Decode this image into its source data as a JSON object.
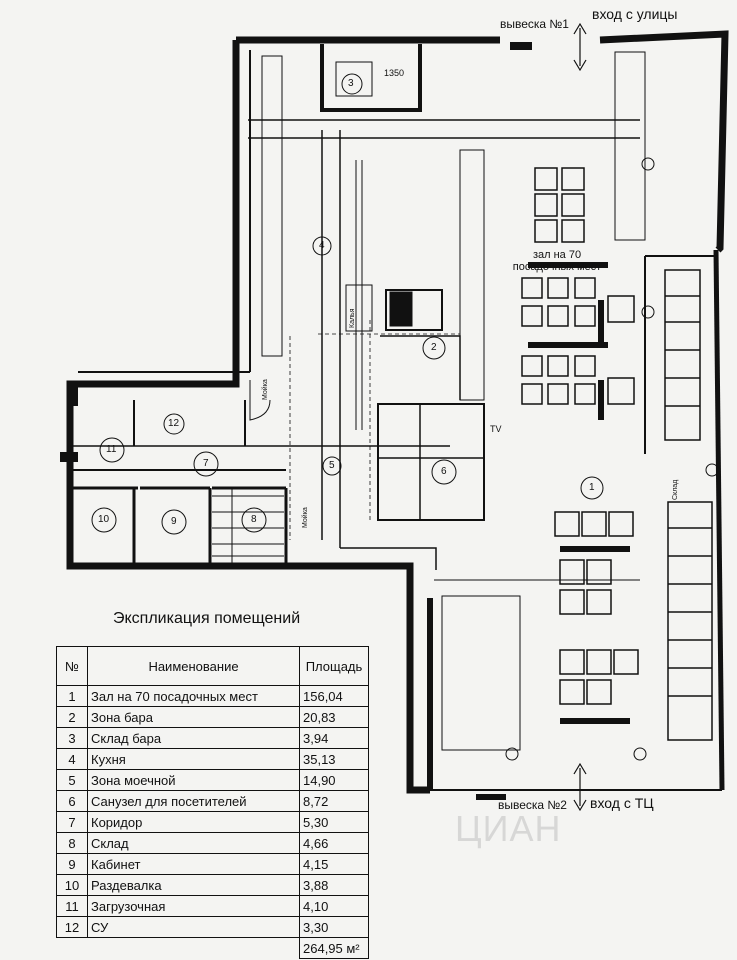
{
  "signs": {
    "sign1": "вывеска №1",
    "entrance_street": "вход с улицы",
    "sign2": "вывеска №2",
    "entrance_mall": "вход с ТЦ"
  },
  "hall_label": {
    "line1": "зал на 70",
    "line2": "посадочных мест"
  },
  "room_numbers": [
    "1",
    "2",
    "3",
    "4",
    "5",
    "6",
    "7",
    "8",
    "9",
    "10",
    "11",
    "12"
  ],
  "dimension": "1350",
  "tv_label": "TV",
  "equipment_labels": {
    "storage": "Склад",
    "kalia": "Калья",
    "washing": "Мойка",
    "washing2": "Мойка"
  },
  "table": {
    "title": "Экспликация помещений",
    "headers": [
      "№",
      "Наименование",
      "Площадь"
    ],
    "rows": [
      {
        "num": "1",
        "name": "Зал на 70 посадочных мест",
        "area": "156,04"
      },
      {
        "num": "2",
        "name": "Зона бара",
        "area": "20,83"
      },
      {
        "num": "3",
        "name": "Склад бара",
        "area": "3,94"
      },
      {
        "num": "4",
        "name": "Кухня",
        "area": "35,13"
      },
      {
        "num": "5",
        "name": "Зона моечной",
        "area": "14,90"
      },
      {
        "num": "6",
        "name": "Санузел для посетителей",
        "area": "8,72"
      },
      {
        "num": "7",
        "name": "Коридор",
        "area": "5,30"
      },
      {
        "num": "8",
        "name": "Склад",
        "area": "4,66"
      },
      {
        "num": "9",
        "name": "Кабинет",
        "area": "4,15"
      },
      {
        "num": "10",
        "name": "Раздевалка",
        "area": "3,88"
      },
      {
        "num": "11",
        "name": "Загрузочная",
        "area": "4,10"
      },
      {
        "num": "12",
        "name": "СУ",
        "area": "3,30"
      }
    ],
    "total": "264,95 м²"
  },
  "watermark": "ЦИАН"
}
